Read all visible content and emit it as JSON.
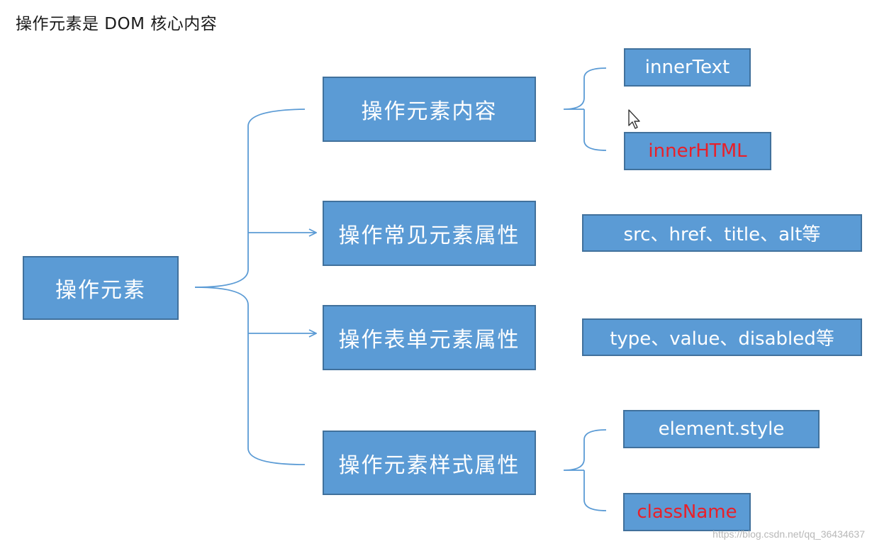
{
  "title": "操作元素是 DOM 核心内容",
  "root": {
    "label": "操作元素"
  },
  "branches": [
    {
      "label": "操作元素内容",
      "children": [
        {
          "label": "innerText",
          "highlight": false
        },
        {
          "label": "innerHTML",
          "highlight": true
        }
      ]
    },
    {
      "label": "操作常见元素属性",
      "children": [
        {
          "label": "src、href、title、alt等",
          "highlight": false
        }
      ]
    },
    {
      "label": "操作表单元素属性",
      "children": [
        {
          "label": "type、value、disabled等",
          "highlight": false
        }
      ]
    },
    {
      "label": "操作元素样式属性",
      "children": [
        {
          "label": "element.style",
          "highlight": false
        },
        {
          "label": "className",
          "highlight": true
        }
      ]
    }
  ],
  "watermark": "https://blog.csdn.net/qq_36434637",
  "colors": {
    "box_fill": "#5b9bd5",
    "box_border": "#41719c",
    "highlight_text": "#e8202a",
    "connector": "#5b9bd5"
  }
}
